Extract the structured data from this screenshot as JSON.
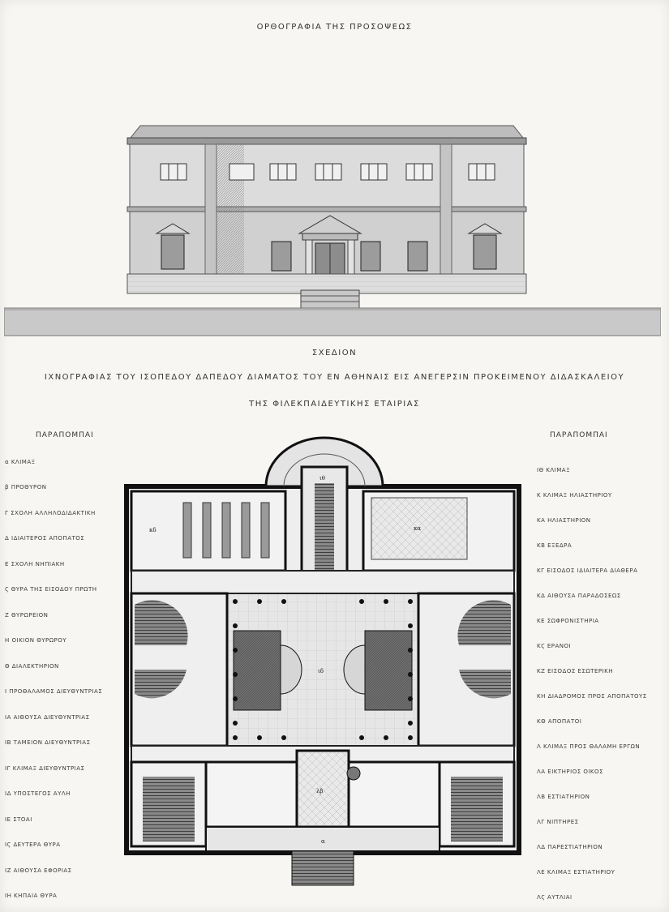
{
  "titles": {
    "elevation": "ΟΡΘΟΓΡΑΦΙΑ ΤΗΣ ΠΡΟΣΟΨΕΩΣ",
    "plan_word": "ΣΧΕΔΙΟΝ",
    "plan_line": "ΙΧΝΟΓΡΑΦΙΑΣ ΤΟΥ ΙΣΟΠΕΔΟΥ ΔΑΠΕΔΟΥ ΔΙΑΜΑΤΟΣ ΤΟΥ ΕΝ ΑΘΗΝΑΙΣ ΕΙΣ ΑΝΕΓΕΡΣΙΝ ΠΡΟΚΕΙΜΕΝΟΥ ΔΙΔΑΣΚΑΛΕΙΟΥ",
    "society": "ΤΗΣ ΦΙΛΕΚΠΑΙΔΕΥΤΙΚΗΣ ΕΤΑΙΡΙΑΣ"
  },
  "legend_left": {
    "heading": "ΠΑΡΑΠΟΜΠΑΙ",
    "items": [
      "α ΚΛΙΜΑΞ",
      "β ΠΡΟΘΥΡΟΝ",
      "Γ ΣΧΟΛΗ ΑΛΛΗΛΟΔΙΔΑΚΤΙΚΗ",
      "Δ ΙΔΙΑΙΤΕΡΟΣ ΑΠΟΠΑΤΟΣ",
      "Ε ΣΧΟΛΗ ΝΗΠΙΑΚΗ",
      "Ϛ ΘΥΡΑ ΤΗΣ ΕΙΣΟΔΟΥ ΠΡΩΤΗ",
      "Ζ ΘΥΡΩΡΕΙΟΝ",
      "Η ΟΙΚΙΟΝ ΘΥΡΩΡΟΥ",
      "Θ ΔΙΑΛΕΚΤΗΡΙΟΝ",
      "Ι ΠΡΟΘΑΛΑΜΟΣ ΔΙΕΥΘΥΝΤΡΙΑΣ",
      "ΙΑ ΑΙΘΟΥΣΑ ΔΙΕΥΘΥΝΤΡΙΑΣ",
      "ΙΒ ΤΑΜΕΙΟΝ ΔΙΕΥΘΥΝΤΡΙΑΣ",
      "ΙΓ ΚΛΙΜΑΞ ΔΙΕΥΘΥΝΤΡΙΑΣ",
      "ΙΔ ΥΠΟΣΤΕΓΟΣ ΑΥΛΗ",
      "ΙΕ ΣΤΟΑΙ",
      "ΙϚ ΔΕΥΤΕΡΑ ΘΥΡΑ",
      "ΙΖ ΑΙΘΟΥΣΑ ΕΦΟΡΙΑΣ",
      "ΙΗ ΚΗΠΑΙΑ ΘΥΡΑ"
    ]
  },
  "legend_right": {
    "heading": "ΠΑΡΑΠΟΜΠΑΙ",
    "items": [
      "ΙΘ ΚΛΙΜΑΞ",
      "Κ ΚΛΙΜΑΞ ΗΛΙΑΣΤΗΡΙΟΥ",
      "ΚΑ ΗΛΙΑΣΤΗΡΙΟΝ",
      "ΚΒ ΕΞΕΔΡΑ",
      "ΚΓ ΕΙΣΟΔΟΣ ΙΔΙΑΙΤΕΡΑ ΔΙΑΘΕΡΑ",
      "ΚΔ ΑΙΘΟΥΣΑ ΠΑΡΑΔΟΣΕΩΣ",
      "ΚΕ ΣΩΦΡΟΝΙΣΤΗΡΙΑ",
      "ΚϚ ΕΡΑΝΟΙ",
      "ΚΖ ΕΙΣΟΔΟΣ ΕΣΩΤΕΡΙΚΗ",
      "ΚΗ ΔΙΑΔΡΟΜΟΣ ΠΡΟΣ ΑΠΟΠΑΤΟΥΣ",
      "ΚΘ ΑΠΟΠΑΤΟΙ",
      "Λ ΚΛΙΜΑΞ ΠΡΟΣ ΘΑΛΑΜΗ ΕΡΓΩΝ",
      "ΛΑ ΕΙΚΤΗΡΙΟΣ ΟΙΚΟΣ",
      "ΛΒ ΕΣΤΙΑΤΗΡΙΟΝ",
      "ΛΓ ΝΙΠΤΗΡΕΣ",
      "ΛΔ ΠΑΡΕΣΤΙΑΤΗΡΙΟΝ",
      "ΛΕ ΚΛΙΜΑΞ ΕΣΤΙΑΤΗΡΙΟΥ",
      "ΛϚ ΑΥΤΛΙΑΙ"
    ]
  },
  "plan_labels": {
    "apse_stair": "ιθ",
    "courtyard": "ιδ",
    "entry_portal": "α",
    "classroom_left": "κδ",
    "sun_court": "κα",
    "central_hall": "λβ"
  }
}
